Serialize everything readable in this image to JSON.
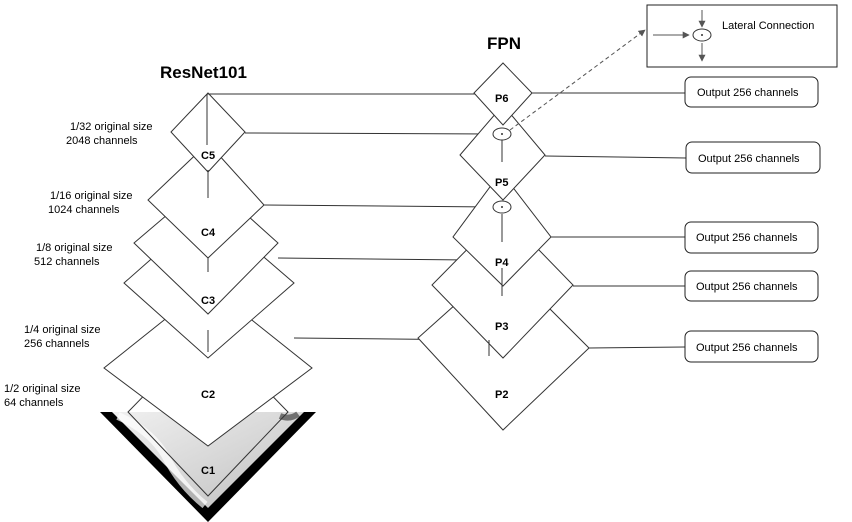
{
  "titles": {
    "backbone": "ResNet101",
    "fpn": "FPN"
  },
  "backbone_nodes": [
    {
      "id": "C5",
      "label": "C5",
      "size": "1/32 original size",
      "channels": "2048 channels"
    },
    {
      "id": "C4",
      "label": "C4",
      "size": "1/16 original size",
      "channels": "1024 channels"
    },
    {
      "id": "C3",
      "label": "C3",
      "size": "1/8 original size",
      "channels": "512 channels"
    },
    {
      "id": "C2",
      "label": "C2",
      "size": "1/4 original size",
      "channels": "256 channels"
    },
    {
      "id": "C1",
      "label": "C1",
      "size": "1/2 original size",
      "channels": "64 channels"
    }
  ],
  "fpn_nodes": [
    {
      "id": "P6",
      "label": "P6"
    },
    {
      "id": "P5",
      "label": "P5"
    },
    {
      "id": "P4",
      "label": "P4"
    },
    {
      "id": "P3",
      "label": "P3"
    },
    {
      "id": "P2",
      "label": "P2"
    }
  ],
  "outputs": [
    "Output 256 channels",
    "Output 256 channels",
    "Output 256 channels",
    "Output 256 channels",
    "Output 256 channels"
  ],
  "legend": {
    "label": "Lateral Connection"
  },
  "colors": {
    "stroke": "#333333",
    "image_dark": "#000000",
    "image_light": "#e6e6e6"
  }
}
